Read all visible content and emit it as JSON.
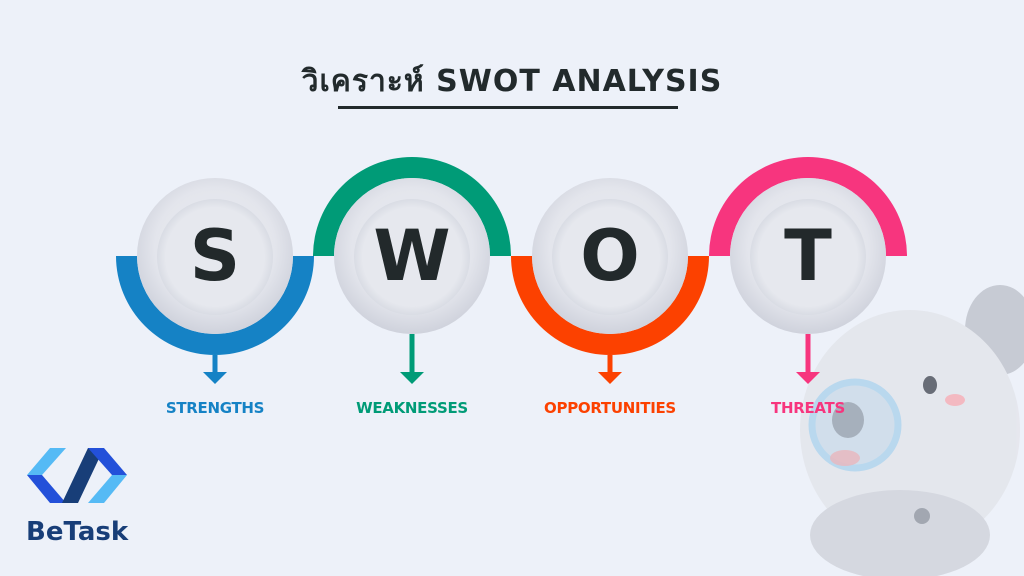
{
  "title": "วิเคราะห์ SWOT ANALYSIS",
  "items": [
    {
      "letter": "S",
      "label": "STRENGTHS",
      "color": "#1582c5",
      "arc": "down"
    },
    {
      "letter": "W",
      "label": "WEAKNESSES",
      "color": "#009b77",
      "arc": "up"
    },
    {
      "letter": "O",
      "label": "OPPORTUNITIES",
      "color": "#fc4100",
      "arc": "down"
    },
    {
      "letter": "T",
      "label": "THREATS",
      "color": "#f7357e",
      "arc": "up"
    }
  ],
  "brand": {
    "name": "BeTask",
    "colors": [
      "#55baf5",
      "#2350d9",
      "#183e78"
    ]
  },
  "mascot_icon": "panda-with-magnifier-icon"
}
